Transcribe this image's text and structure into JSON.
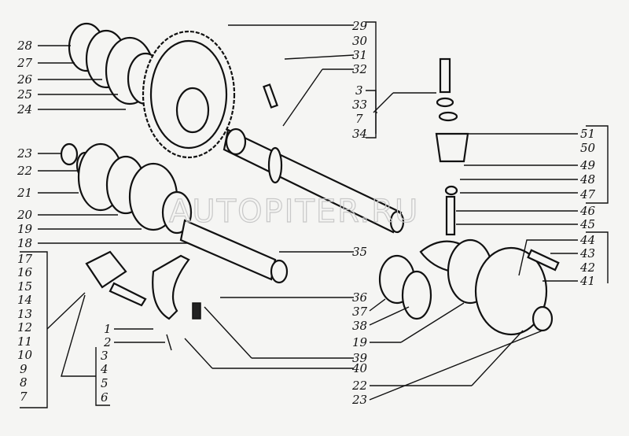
{
  "watermark": "AUTOPITER.RU",
  "labels_left": [
    "28",
    "27",
    "26",
    "25",
    "24",
    "23",
    "22",
    "21",
    "20",
    "19",
    "18"
  ],
  "labels_left_group": [
    "17",
    "16",
    "15",
    "14",
    "13",
    "12",
    "11",
    "10",
    "9",
    "8",
    "7"
  ],
  "labels_bottom_center": [
    "1",
    "2"
  ],
  "labels_bottom_group": [
    "3",
    "4",
    "5",
    "6"
  ],
  "labels_top_right": [
    "29",
    "30",
    "31",
    "32",
    "3",
    "33",
    "7",
    "34"
  ],
  "labels_right": [
    "51",
    "50",
    "49",
    "48",
    "47",
    "46",
    "45",
    "44",
    "43",
    "42",
    "41"
  ],
  "labels_center": [
    "35",
    "36",
    "37",
    "38",
    "19",
    "39",
    "40",
    "22",
    "23"
  ]
}
